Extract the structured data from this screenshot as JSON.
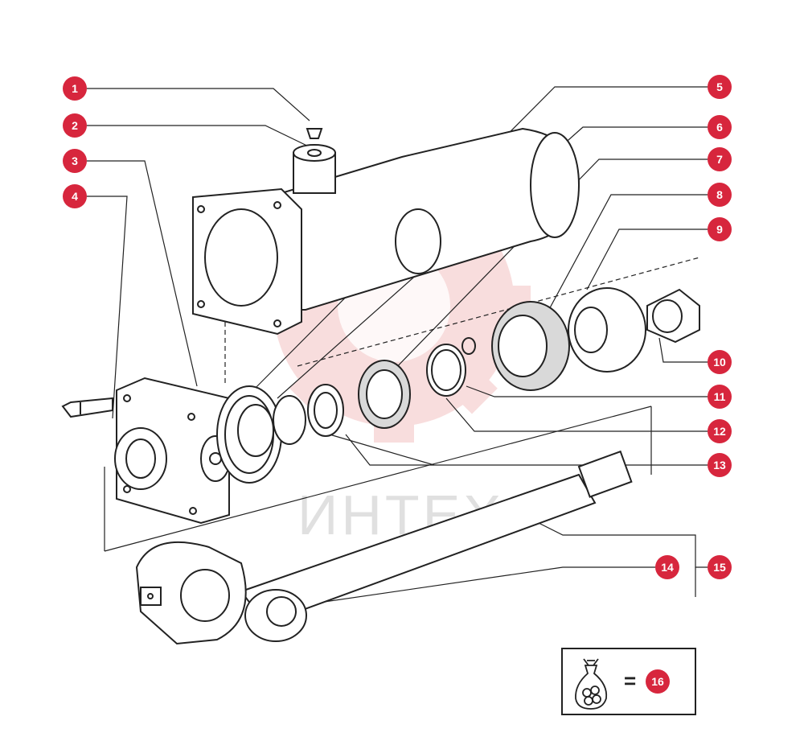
{
  "watermark": {
    "text": "ИНТЕХ"
  },
  "callouts": [
    "1",
    "2",
    "3",
    "4",
    "5",
    "6",
    "7",
    "8",
    "9",
    "10",
    "11",
    "12",
    "13",
    "14",
    "15",
    "16"
  ],
  "kit": {
    "equals": "="
  },
  "colors": {
    "callout": "#d7263d",
    "line": "#222222",
    "watermark": "#f4c9c9"
  },
  "icons": {
    "kit": "parts-bag-icon"
  }
}
